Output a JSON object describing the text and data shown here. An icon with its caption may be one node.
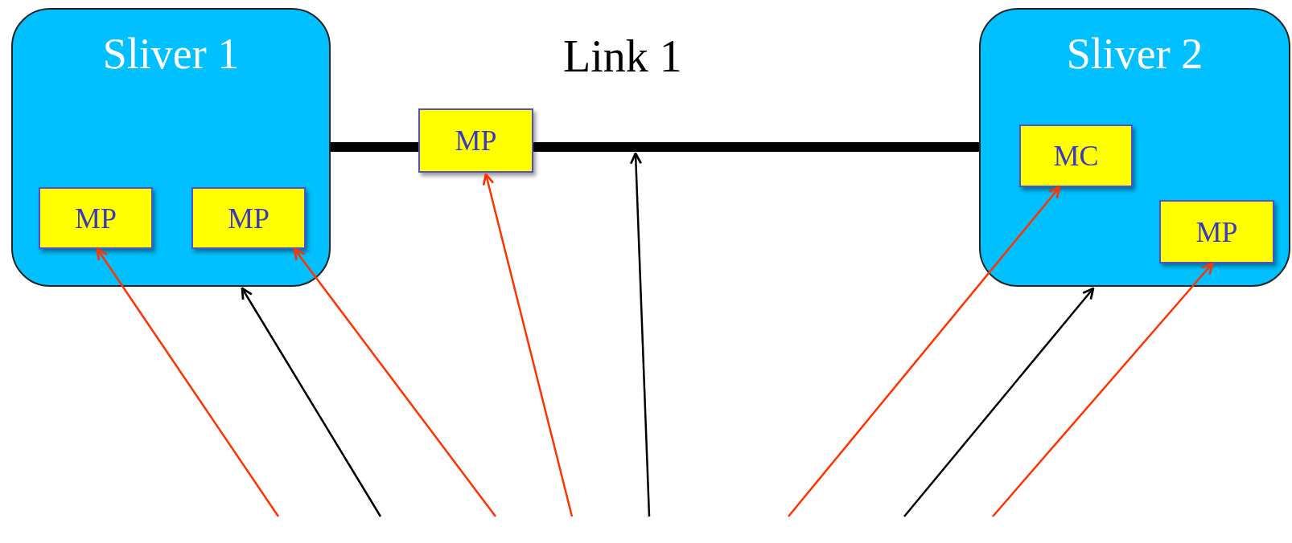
{
  "diagram": {
    "nodes": [
      {
        "text": [
          "Sliver 1"
        ]
      },
      {
        "text": [
          "MP"
        ],
        "in": 0
      },
      {
        "text": [
          "MP"
        ],
        "in": 0
      },
      {
        "text": [
          "MP"
        ]
      },
      {
        "text": [
          "Sliver 2"
        ]
      },
      {
        "text": [
          "MC"
        ],
        "in": 4
      },
      {
        "text": [
          "MP"
        ],
        "in": 4
      },
      {
        "text": [],
        "shape": "bar"
      }
    ],
    "edges": [
      {
        "from": 0,
        "to": 3,
        "arrow": "none",
        "style": "thick",
        "color": "#000000"
      },
      {
        "from": null,
        "to": 1,
        "arrow": "to",
        "color": "#ff3300"
      },
      {
        "from": null,
        "to": 0,
        "arrow": "to",
        "color": "#000000"
      },
      {
        "from": null,
        "to": 2,
        "arrow": "to",
        "color": "#ff3300"
      },
      {
        "from": null,
        "to": 3,
        "arrow": "to",
        "color": "#ff3300"
      },
      {
        "from": null,
        "to": 7,
        "arrow": "to",
        "color": "#000000"
      },
      {
        "from": null,
        "to": 5,
        "arrow": "to",
        "color": "#ff3300"
      },
      {
        "from": null,
        "to": 4,
        "arrow": "to",
        "color": "#000000"
      },
      {
        "from": null,
        "to": 6,
        "arrow": "to",
        "color": "#ff3300"
      }
    ],
    "labels": [
      "Link 1"
    ]
  }
}
